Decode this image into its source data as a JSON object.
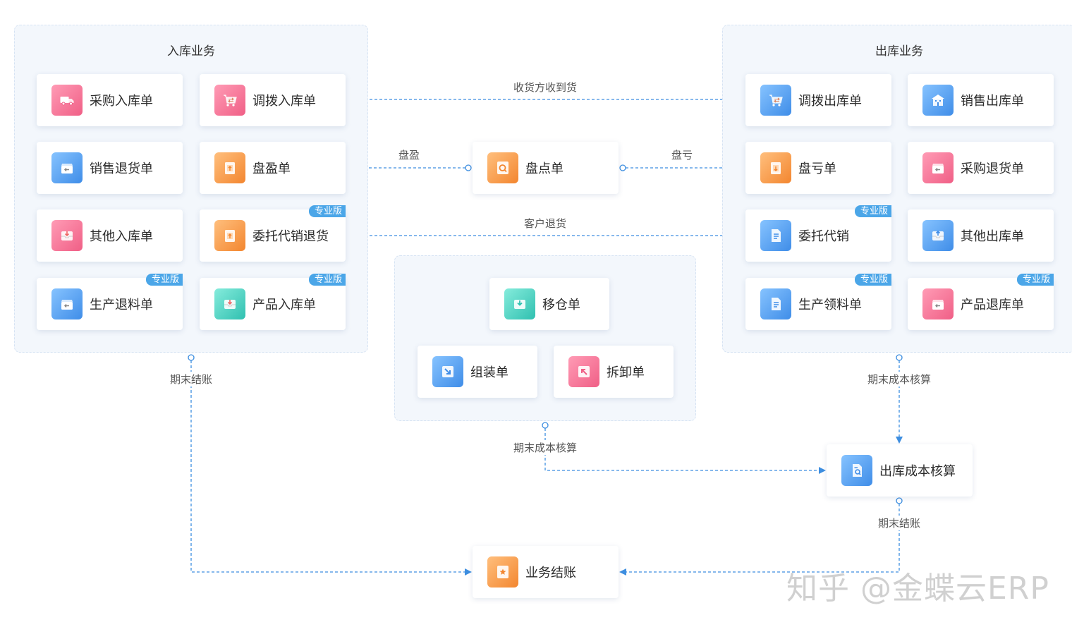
{
  "inbound": {
    "title": "入库业务",
    "cards": [
      {
        "label": "采购入库单",
        "icon": "truck-icon",
        "pro": false
      },
      {
        "label": "调拨入库单",
        "icon": "cart-transfer-icon",
        "pro": false
      },
      {
        "label": "销售退货单",
        "icon": "box-return-icon",
        "pro": false
      },
      {
        "label": "盘盈单",
        "icon": "clipboard-up-icon",
        "pro": false
      },
      {
        "label": "其他入库单",
        "icon": "inbox-down-icon",
        "pro": false
      },
      {
        "label": "委托代销退货",
        "icon": "clipboard-up-icon",
        "pro": true
      },
      {
        "label": "生产退料单",
        "icon": "box-return-icon",
        "pro": true
      },
      {
        "label": "产品入库单",
        "icon": "inbox-down-icon",
        "pro": true
      }
    ]
  },
  "outbound": {
    "title": "出库业务",
    "cards": [
      {
        "label": "调拨出库单",
        "icon": "cart-transfer-icon",
        "pro": false
      },
      {
        "label": "销售出库单",
        "icon": "building-icon",
        "pro": false
      },
      {
        "label": "盘亏单",
        "icon": "clipboard-down-icon",
        "pro": false
      },
      {
        "label": "采购退货单",
        "icon": "box-return-icon",
        "pro": false
      },
      {
        "label": "委托代销",
        "icon": "document-icon",
        "pro": true
      },
      {
        "label": "其他出库单",
        "icon": "inbox-up-icon",
        "pro": false
      },
      {
        "label": "生产领料单",
        "icon": "document-icon",
        "pro": true
      },
      {
        "label": "产品退库单",
        "icon": "box-return-icon",
        "pro": true
      }
    ]
  },
  "pro_badge": "专业版",
  "inventory_count": {
    "label": "盘点单",
    "icon": "magnifier-box-icon"
  },
  "transfer": {
    "cards": [
      {
        "label": "移仓单",
        "icon": "inbox-down-icon"
      },
      {
        "label": "组装单",
        "icon": "arrow-in-icon"
      },
      {
        "label": "拆卸单",
        "icon": "arrow-out-icon"
      }
    ]
  },
  "cost_accounting": {
    "label": "出库成本核算",
    "icon": "document-search-icon"
  },
  "business_closing": {
    "label": "业务结账",
    "icon": "star-box-icon"
  },
  "connectors": {
    "receive": "收货方收到货",
    "surplus": "盘盈",
    "loss": "盘亏",
    "customer_return": "客户退货",
    "period_close_left": "期末结账",
    "period_cost_right": "期末成本核算",
    "period_cost_middle": "期末成本核算",
    "period_close_right": "期末结账"
  },
  "colors": {
    "line": "#3d8ee0",
    "panel": "#f3f7fc",
    "badge": "#4ba6e8"
  },
  "watermark": "知乎 @金蝶云ERP"
}
